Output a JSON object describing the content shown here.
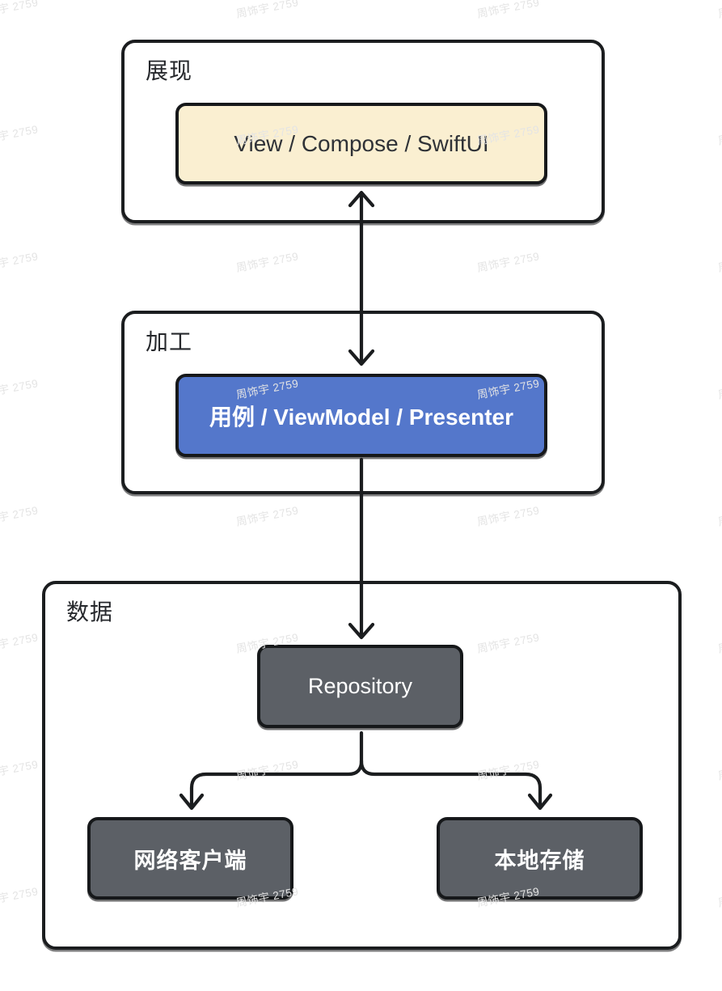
{
  "diagram": {
    "type": "architecture-layers",
    "background": "#ffffff",
    "stroke_color": "#1b1d1f"
  },
  "sections": [
    {
      "label": "展现"
    },
    {
      "label": "加工"
    },
    {
      "label": "数据"
    }
  ],
  "nodes": [
    {
      "label": "View / Compose / SwiftUI",
      "fill": "#faefd1",
      "text_color": "#2f3237"
    },
    {
      "label": "用例 / ViewModel / Presenter",
      "fill": "#5477cb",
      "text_color": "#ffffff"
    },
    {
      "label": "Repository",
      "fill": "#5c6066",
      "text_color": "#ffffff"
    },
    {
      "label": "网络客户端",
      "fill": "#5c6066",
      "text_color": "#ffffff"
    },
    {
      "label": "本地存储",
      "fill": "#5c6066",
      "text_color": "#ffffff"
    }
  ],
  "edges": [
    {
      "from": "View / Compose / SwiftUI",
      "to": "用例 / ViewModel / Presenter",
      "direction": "bidirectional"
    },
    {
      "from": "用例 / ViewModel / Presenter",
      "to": "Repository",
      "direction": "down"
    },
    {
      "from": "Repository",
      "to": "网络客户端",
      "direction": "down"
    },
    {
      "from": "Repository",
      "to": "本地存储",
      "direction": "down"
    }
  ],
  "watermark": {
    "text": "周饰宇 2759",
    "color": "#e4e4e4",
    "rotation_deg": -11,
    "positions": [
      [
        -30,
        6
      ],
      [
        292,
        6
      ],
      [
        590,
        6
      ],
      [
        888,
        6
      ],
      [
        -30,
        163
      ],
      [
        292,
        163
      ],
      [
        590,
        163
      ],
      [
        888,
        163
      ],
      [
        -30,
        320
      ],
      [
        292,
        320
      ],
      [
        590,
        320
      ],
      [
        888,
        320
      ],
      [
        -30,
        477
      ],
      [
        292,
        477
      ],
      [
        590,
        477
      ],
      [
        888,
        477
      ],
      [
        -30,
        634
      ],
      [
        292,
        634
      ],
      [
        590,
        634
      ],
      [
        888,
        634
      ],
      [
        -30,
        791
      ],
      [
        292,
        791
      ],
      [
        590,
        791
      ],
      [
        888,
        791
      ],
      [
        -30,
        948
      ],
      [
        292,
        948
      ],
      [
        590,
        948
      ],
      [
        888,
        948
      ],
      [
        -30,
        1105
      ],
      [
        292,
        1105
      ],
      [
        590,
        1105
      ],
      [
        888,
        1105
      ]
    ]
  }
}
